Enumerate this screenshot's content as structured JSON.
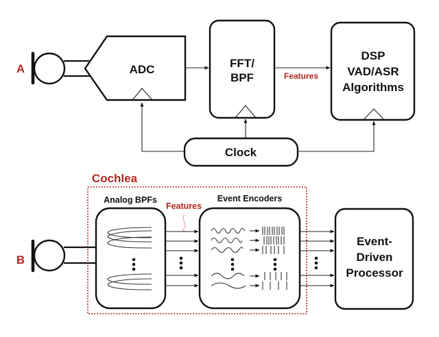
{
  "colors": {
    "accent_red": "#b3261e",
    "stroke": "#111111",
    "background": "#ffffff"
  },
  "panel_a": {
    "label": "A",
    "microphone_icon": "microphone-icon",
    "adc_label": "ADC",
    "fft_label_lines": [
      "FFT/",
      "BPF"
    ],
    "features_label": "Features",
    "dsp_label_lines": [
      "DSP",
      "VAD/ASR",
      "Algorithms"
    ],
    "clock_label": "Clock"
  },
  "panel_b": {
    "label": "B",
    "microphone_icon": "microphone-icon",
    "cochlea_label": "Cochlea",
    "analog_bpfs_label": "Analog BPFs",
    "features_label": "Features",
    "event_encoders_label": "Event Encoders",
    "processor_label_lines": [
      "Event-",
      "Driven",
      "Processor"
    ],
    "channels_visible": 5
  }
}
